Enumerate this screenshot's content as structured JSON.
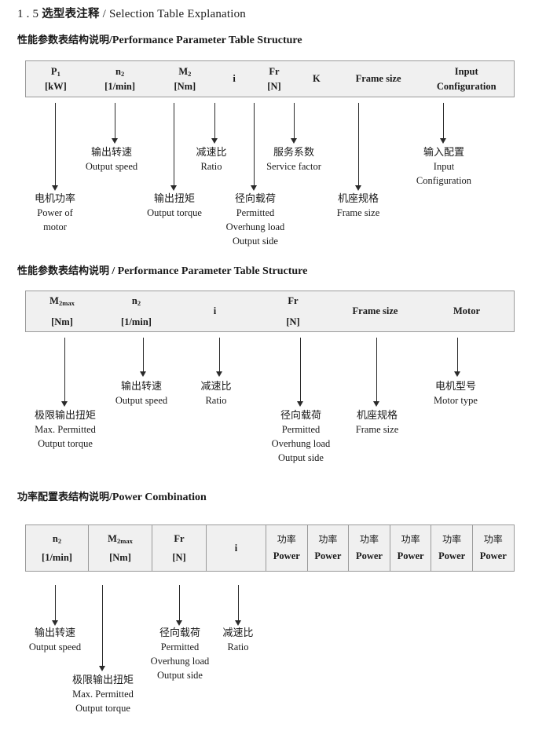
{
  "document": {
    "main_heading": {
      "number": "1 . 5",
      "chinese": "选型表注释",
      "separator": "/",
      "english": "Selection Table Explanation"
    }
  },
  "sections": [
    {
      "heading": {
        "chinese": "性能参数表结构说明",
        "separator": "/",
        "english": "Performance Parameter Table Structure"
      },
      "table": {
        "columns": [
          {
            "symbol": "P",
            "subscript": "1",
            "unit": "[kW]"
          },
          {
            "symbol": "n",
            "subscript": "2",
            "unit": "[1/min]"
          },
          {
            "symbol": "M",
            "subscript": "2",
            "unit": "[Nm]"
          },
          {
            "symbol": "i",
            "subscript": "",
            "unit": ""
          },
          {
            "symbol": "Fr",
            "subscript": "",
            "unit": "[N]"
          },
          {
            "symbol": "K",
            "subscript": "",
            "unit": ""
          },
          {
            "symbol": "Frame size",
            "subscript": "",
            "unit": ""
          },
          {
            "symbol": "Input",
            "subscript": "",
            "unit": "Configuration"
          }
        ]
      },
      "callouts": [
        {
          "chinese": "电机功率",
          "english": [
            "Power of",
            "motor"
          ]
        },
        {
          "chinese": "输出转速",
          "english": [
            "Output speed"
          ]
        },
        {
          "chinese": "输出扭矩",
          "english": [
            "Output torque"
          ]
        },
        {
          "chinese": "减速比",
          "english": [
            "Ratio"
          ]
        },
        {
          "chinese": "径向载荷",
          "english": [
            "Permitted",
            "Overhung load",
            "Output side"
          ]
        },
        {
          "chinese": "服务系数",
          "english": [
            "Service factor"
          ]
        },
        {
          "chinese": "机座规格",
          "english": [
            "Frame size"
          ]
        },
        {
          "chinese": "输入配置",
          "english": [
            "Input",
            "Configuration"
          ]
        }
      ]
    },
    {
      "heading": {
        "chinese": "性能参数表结构说明",
        "separator": "/",
        "english": "Performance Parameter Table Structure"
      },
      "table": {
        "columns": [
          {
            "symbol": "M",
            "subscript": "2max",
            "unit": "[Nm]"
          },
          {
            "symbol": "n",
            "subscript": "2",
            "unit": "[1/min]"
          },
          {
            "symbol": "i",
            "subscript": "",
            "unit": ""
          },
          {
            "symbol": "Fr",
            "subscript": "",
            "unit": "[N]"
          },
          {
            "symbol": "Frame size",
            "subscript": "",
            "unit": ""
          },
          {
            "symbol": "Motor",
            "subscript": "",
            "unit": ""
          }
        ]
      },
      "callouts": [
        {
          "chinese": "极限输出扭矩",
          "english": [
            "Max. Permitted",
            "Output  torque"
          ]
        },
        {
          "chinese": "输出转速",
          "english": [
            "Output speed"
          ]
        },
        {
          "chinese": "减速比",
          "english": [
            "Ratio"
          ]
        },
        {
          "chinese": "径向载荷",
          "english": [
            "Permitted",
            "Overhung load",
            "Output side"
          ]
        },
        {
          "chinese": "机座规格",
          "english": [
            "Frame size"
          ]
        },
        {
          "chinese": "电机型号",
          "english": [
            "Motor type"
          ]
        }
      ]
    },
    {
      "heading": {
        "chinese": "功率配置表结构说明",
        "separator": "/",
        "english": "Power Combination"
      },
      "table": {
        "columns": [
          {
            "symbol": "n",
            "subscript": "2",
            "unit": "[1/min]"
          },
          {
            "symbol": "M",
            "subscript": "2max",
            "unit": "[Nm]"
          },
          {
            "symbol": "Fr",
            "subscript": "",
            "unit": "[N]"
          },
          {
            "symbol": "i",
            "subscript": "",
            "unit": ""
          },
          {
            "chinese": "功率",
            "unit": "Power"
          },
          {
            "chinese": "功率",
            "unit": "Power"
          },
          {
            "chinese": "功率",
            "unit": "Power"
          },
          {
            "chinese": "功率",
            "unit": "Power"
          },
          {
            "chinese": "功率",
            "unit": "Power"
          },
          {
            "chinese": "功率",
            "unit": "Power"
          }
        ]
      },
      "callouts": [
        {
          "chinese": "输出转速",
          "english": [
            "Output speed"
          ]
        },
        {
          "chinese": "极限输出扭矩",
          "english": [
            "Max. Permitted",
            "Output  torque"
          ]
        },
        {
          "chinese": "径向载荷",
          "english": [
            "Permitted",
            "Overhung load",
            "Output side"
          ]
        },
        {
          "chinese": "减速比",
          "english": [
            "Ratio"
          ]
        }
      ]
    }
  ]
}
